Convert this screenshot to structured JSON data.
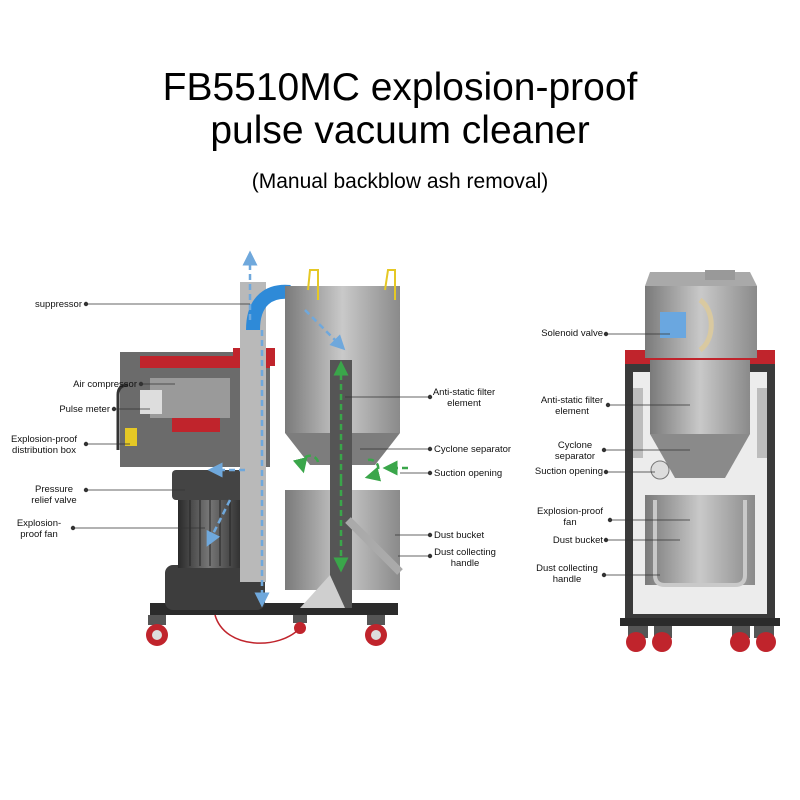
{
  "title": {
    "line1": "FB5510MC explosion-proof",
    "line2": "pulse vacuum cleaner"
  },
  "subtitle": "(Manual backblow ash removal)",
  "side_view": {
    "left_labels": {
      "suppressor": "suppressor",
      "air_compressor": "Air compressor",
      "pulse_meter": "Pulse meter",
      "distribution_box": "Explosion-proof distribution box",
      "pressure_relief": "Pressure relief valve",
      "fan": "Explosion-proof fan"
    },
    "right_labels": {
      "filter": "Anti-static filter element",
      "cyclone": "Cyclone separator",
      "suction": "Suction opening",
      "bucket": "Dust bucket",
      "handle": "Dust collecting handle"
    }
  },
  "front_view": {
    "labels": {
      "solenoid": "Solenoid valve",
      "filter": "Anti-static filter element",
      "cyclone": "Cyclone separator",
      "suction": "Suction opening",
      "fan": "Explosion-proof fan",
      "bucket": "Dust bucket",
      "handle": "Dust collecting handle"
    }
  },
  "colors": {
    "accent_red": "#c0242c",
    "machine_grey": "#8c8c8c",
    "dark_grey": "#3a3a3a",
    "airflow_blue": "#6fa8dc",
    "clean_flow_green": "#3aa64a"
  }
}
